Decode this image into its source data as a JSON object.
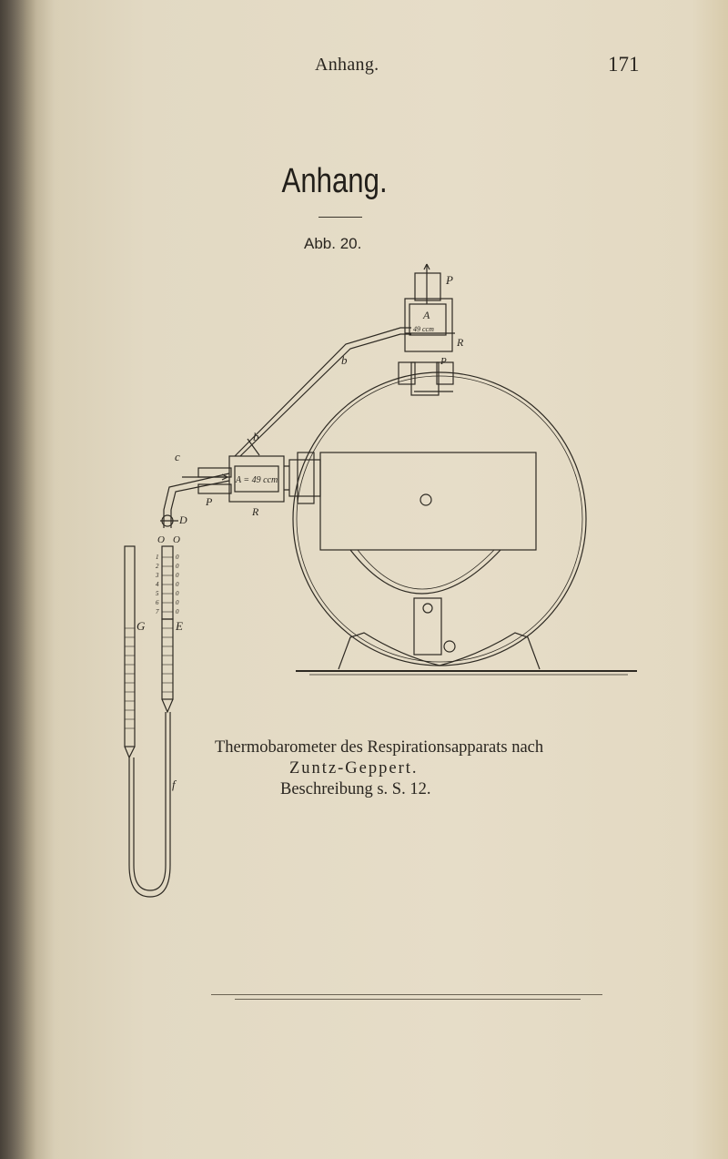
{
  "page": {
    "running_head": "Anhang.",
    "page_number": "171",
    "section_title": "Anhang.",
    "figure_label": "Abb. 20."
  },
  "figure": {
    "labels": {
      "P_top": "P",
      "A_top": "A",
      "A_top_volume": "49 ccm",
      "R_right": "R",
      "P_right": "P",
      "b_upper": "b",
      "b_lower": "b",
      "c": "c",
      "A_left": "A = 49 ccm",
      "P_left": "P",
      "R_left": "R",
      "D": "D",
      "O_left": "O",
      "O_right": "O",
      "G": "G",
      "E": "E",
      "f": "f",
      "scale_numbers": [
        "1",
        "2",
        "3",
        "4",
        "5",
        "6",
        "7"
      ],
      "scale_zeros": [
        "0",
        "0",
        "0",
        "0",
        "0",
        "0",
        "0"
      ]
    }
  },
  "caption": {
    "line1": "Thermobarometer des Respirationsapparats nach",
    "line2": "Zuntz-Geppert.",
    "line3": "Beschreibung s. S. 12."
  }
}
